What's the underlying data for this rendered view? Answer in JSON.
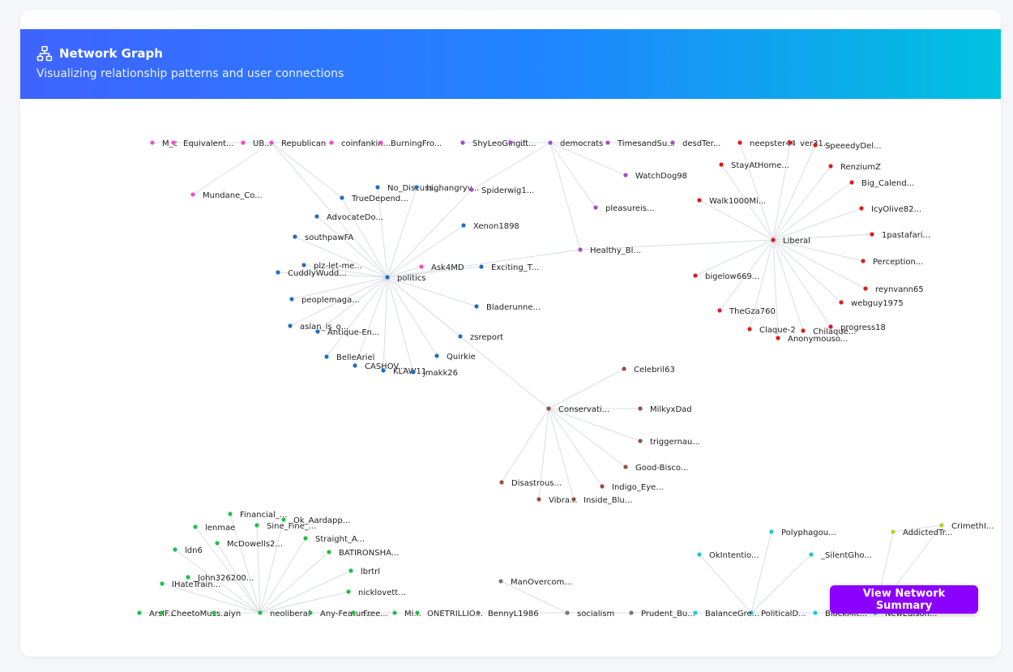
{
  "header": {
    "title": "Network Graph",
    "subtitle": "Visualizing relationship patterns and user connections",
    "icon": "network-icon"
  },
  "button": {
    "summary_label": "View Network Summary"
  },
  "colors": {
    "politics": "#1f6fbf",
    "politics_hub_pink": "#f04fc8",
    "democrats": "#a04fc8",
    "liberal": "#e01a1a",
    "conservative": "#9b4b44",
    "neoliberal": "#1fbf4a",
    "socialism": "#777777",
    "political": "#1ec8d8",
    "addicted": "#b7d01e",
    "edge": "#d8dde3"
  },
  "graph": {
    "nodes": [
      {
        "id": "politics",
        "label": "politics",
        "group": "politics"
      },
      {
        "id": "Republican",
        "label": "Republican",
        "group": "politics_hub_pink"
      },
      {
        "id": "Mundane_Co",
        "label": "Mundane_Co...",
        "group": "politics_hub_pink"
      },
      {
        "id": "M_c",
        "label": "M_c",
        "group": "politics_hub_pink"
      },
      {
        "id": "Equivalent",
        "label": "Equivalent...",
        "group": "politics_hub_pink"
      },
      {
        "id": "UB",
        "label": "UB...",
        "group": "politics_hub_pink"
      },
      {
        "id": "coinfankin",
        "label": "coinfankin...",
        "group": "politics_hub_pink"
      },
      {
        "id": "BurningFro",
        "label": "BurningFro...",
        "group": "politics_hub_pink"
      },
      {
        "id": "Ask4MD",
        "label": "Ask4MD",
        "group": "politics_hub_pink"
      },
      {
        "id": "TrueDepend",
        "label": "TrueDepend...",
        "group": "politics"
      },
      {
        "id": "No_Discuss",
        "label": "No_Discuss...",
        "group": "politics"
      },
      {
        "id": "highangry",
        "label": "highangryv...",
        "group": "politics"
      },
      {
        "id": "Spiderwig1",
        "label": "Spiderwig1...",
        "group": "democrats"
      },
      {
        "id": "AdvocateDo",
        "label": "AdvocateDo...",
        "group": "politics"
      },
      {
        "id": "Xenon1898",
        "label": "Xenon1898",
        "group": "politics"
      },
      {
        "id": "southpawFA",
        "label": "southpawFA",
        "group": "politics"
      },
      {
        "id": "plz_let_me",
        "label": "plz-let-me...",
        "group": "politics"
      },
      {
        "id": "CuddlyWudd",
        "label": "CuddlyWudd...",
        "group": "politics"
      },
      {
        "id": "Exciting_T",
        "label": "Exciting_T...",
        "group": "politics"
      },
      {
        "id": "peoplemaga",
        "label": "peoplemaga...",
        "group": "politics"
      },
      {
        "id": "Bladerunne",
        "label": "Bladerunne...",
        "group": "politics"
      },
      {
        "id": "aslan_is_o",
        "label": "aslan_is_o...",
        "group": "politics"
      },
      {
        "id": "Antique_En",
        "label": "Antique-En...",
        "group": "politics"
      },
      {
        "id": "zsreport",
        "label": "zsreport",
        "group": "politics"
      },
      {
        "id": "BelleAriel",
        "label": "BelleAriel",
        "group": "politics"
      },
      {
        "id": "Quirkie",
        "label": "Quirkie",
        "group": "politics"
      },
      {
        "id": "CASHOV",
        "label": "CASHOV...",
        "group": "politics"
      },
      {
        "id": "KLAW11",
        "label": "KLAW11",
        "group": "politics"
      },
      {
        "id": "jmakk26",
        "label": "jmakk26",
        "group": "politics"
      },
      {
        "id": "democrats",
        "label": "democrats",
        "group": "democrats"
      },
      {
        "id": "ShyLeoGing",
        "label": "ShyLeoGing...",
        "group": "democrats"
      },
      {
        "id": "ift",
        "label": "ift...",
        "group": "democrats"
      },
      {
        "id": "TimesandSu",
        "label": "TimesandSu...",
        "group": "democrats"
      },
      {
        "id": "desdTer",
        "label": "desdTer...",
        "group": "democrats"
      },
      {
        "id": "WatchDog98",
        "label": "WatchDog98",
        "group": "democrats"
      },
      {
        "id": "pleasureis",
        "label": "pleasureis...",
        "group": "democrats"
      },
      {
        "id": "Healthy_Bl",
        "label": "Healthy_Bl...",
        "group": "democrats"
      },
      {
        "id": "Liberal",
        "label": "Liberal",
        "group": "liberal"
      },
      {
        "id": "neepster44",
        "label": "neepster44",
        "group": "liberal"
      },
      {
        "id": "ver31",
        "label": "ver31...",
        "group": "liberal"
      },
      {
        "id": "SpeeedyDel",
        "label": "SpeeedyDel...",
        "group": "liberal"
      },
      {
        "id": "StayAtHome",
        "label": "StayAtHome...",
        "group": "liberal"
      },
      {
        "id": "RenziumZ",
        "label": "RenziumZ",
        "group": "liberal"
      },
      {
        "id": "Big_Calend",
        "label": "Big_Calend...",
        "group": "liberal"
      },
      {
        "id": "Walk1000Mi",
        "label": "Walk1000Mi...",
        "group": "liberal"
      },
      {
        "id": "IcyOlive82",
        "label": "IcyOlive82...",
        "group": "liberal"
      },
      {
        "id": "1pastafari",
        "label": "1pastafari...",
        "group": "liberal"
      },
      {
        "id": "Perception",
        "label": "Perception...",
        "group": "liberal"
      },
      {
        "id": "bigelow669",
        "label": "bigelow669...",
        "group": "liberal"
      },
      {
        "id": "reynvann65",
        "label": "reynvann65",
        "group": "liberal"
      },
      {
        "id": "webguy1975",
        "label": "webguy1975",
        "group": "liberal"
      },
      {
        "id": "TheGza760",
        "label": "TheGza760",
        "group": "liberal"
      },
      {
        "id": "Claque_2",
        "label": "Claque-2",
        "group": "liberal"
      },
      {
        "id": "Chilaque",
        "label": "Chilaque...",
        "group": "liberal"
      },
      {
        "id": "progress18",
        "label": "progress18",
        "group": "liberal"
      },
      {
        "id": "Anonymouso",
        "label": "Anonymouso...",
        "group": "liberal"
      },
      {
        "id": "Conservati",
        "label": "Conservati...",
        "group": "conservative"
      },
      {
        "id": "Celebril63",
        "label": "Celebril63",
        "group": "conservative"
      },
      {
        "id": "MilkyxDad",
        "label": "MilkyxDad",
        "group": "conservative"
      },
      {
        "id": "triggernau",
        "label": "triggernau...",
        "group": "conservative"
      },
      {
        "id": "Good_Bisco",
        "label": "Good-Bisco...",
        "group": "conservative"
      },
      {
        "id": "Disastrous",
        "label": "Disastrous...",
        "group": "conservative"
      },
      {
        "id": "Indigo_Eye",
        "label": "Indigo_Eye...",
        "group": "conservative"
      },
      {
        "id": "Vibra",
        "label": "Vibra...",
        "group": "conservative"
      },
      {
        "id": "Inside_Blu",
        "label": "Inside_Blu...",
        "group": "conservative"
      },
      {
        "id": "neoliberal",
        "label": "neoliberal",
        "group": "neoliberal"
      },
      {
        "id": "Financial",
        "label": "Financial_...",
        "group": "neoliberal"
      },
      {
        "id": "Ok_Aardapp",
        "label": "Ok_Aardapp...",
        "group": "neoliberal"
      },
      {
        "id": "lenmae",
        "label": "lenmae",
        "group": "neoliberal"
      },
      {
        "id": "Sine_Fine",
        "label": "Sine_Fine_...",
        "group": "neoliberal"
      },
      {
        "id": "McDowells2",
        "label": "McDowells2...",
        "group": "neoliberal"
      },
      {
        "id": "Straight_A",
        "label": "Straight_A...",
        "group": "neoliberal"
      },
      {
        "id": "ldn6",
        "label": "ldn6",
        "group": "neoliberal"
      },
      {
        "id": "BATIRONSHA",
        "label": "BATIRONSHA...",
        "group": "neoliberal"
      },
      {
        "id": "lbrtrl",
        "label": "lbrtrl",
        "group": "neoliberal"
      },
      {
        "id": "John326200",
        "label": "John326200...",
        "group": "neoliberal"
      },
      {
        "id": "IHateTrain",
        "label": "IHateTrain...",
        "group": "neoliberal"
      },
      {
        "id": "nicklovett",
        "label": "nicklovett...",
        "group": "neoliberal"
      },
      {
        "id": "ArsIF",
        "label": "ArsIF...",
        "group": "neoliberal"
      },
      {
        "id": "CheetoMuss",
        "label": "CheetoMuss...",
        "group": "neoliberal"
      },
      {
        "id": "aiyn",
        "label": "aiyn",
        "group": "neoliberal"
      },
      {
        "id": "Any_Featur",
        "label": "Any-Featur...",
        "group": "neoliberal"
      },
      {
        "id": "Free",
        "label": "Free...",
        "group": "neoliberal"
      },
      {
        "id": "Mi",
        "label": "Mi...",
        "group": "neoliberal"
      },
      {
        "id": "ONETRILLIO",
        "label": "ONETRILLIO...",
        "group": "neoliberal"
      },
      {
        "id": "socialism",
        "label": "socialism",
        "group": "socialism"
      },
      {
        "id": "ManOvercom",
        "label": "ManOvercom...",
        "group": "socialism"
      },
      {
        "id": "BennyL1986",
        "label": "BennyL1986",
        "group": "socialism"
      },
      {
        "id": "Prudent_Bu",
        "label": "Prudent_Bu...",
        "group": "socialism"
      },
      {
        "id": "PoliticalD",
        "label": "PoliticalD...",
        "group": "political"
      },
      {
        "id": "Polyphagou",
        "label": "Polyphagou...",
        "group": "political"
      },
      {
        "id": "OkIntentio",
        "label": "OkIntentio...",
        "group": "political"
      },
      {
        "id": "_SilentGho",
        "label": "_SilentGho...",
        "group": "political"
      },
      {
        "id": "BalanceGre",
        "label": "BalanceGre...",
        "group": "political"
      },
      {
        "id": "BlockMit",
        "label": "BlockMit...",
        "group": "political"
      },
      {
        "id": "NewEdison",
        "label": "NewEdison...",
        "group": "political"
      },
      {
        "id": "AddictedTr",
        "label": "AddictedTr...",
        "group": "addicted"
      },
      {
        "id": "CrimethI",
        "label": "CrimethI...",
        "group": "addicted"
      }
    ]
  }
}
